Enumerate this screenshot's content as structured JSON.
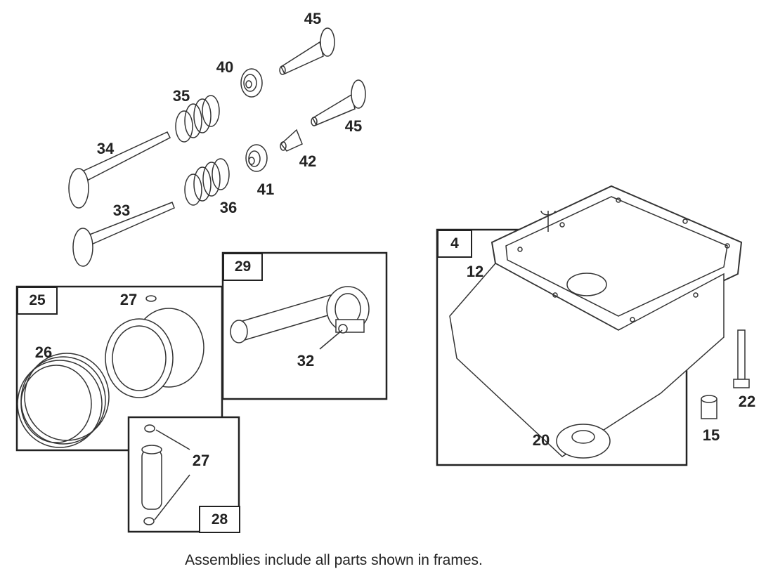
{
  "parts": {
    "p45a": "45",
    "p40": "40",
    "p35": "35",
    "p45b": "45",
    "p34": "34",
    "p42": "42",
    "p41": "41",
    "p36": "36",
    "p33": "33",
    "p12": "12",
    "p27a": "27",
    "p26": "26",
    "p32": "32",
    "p22": "22",
    "p15": "15",
    "p20": "20",
    "p27b": "27"
  },
  "frames": {
    "f4": "4",
    "f25": "25",
    "f29": "29",
    "f28": "28"
  },
  "caption": "Assemblies include all parts shown in frames."
}
